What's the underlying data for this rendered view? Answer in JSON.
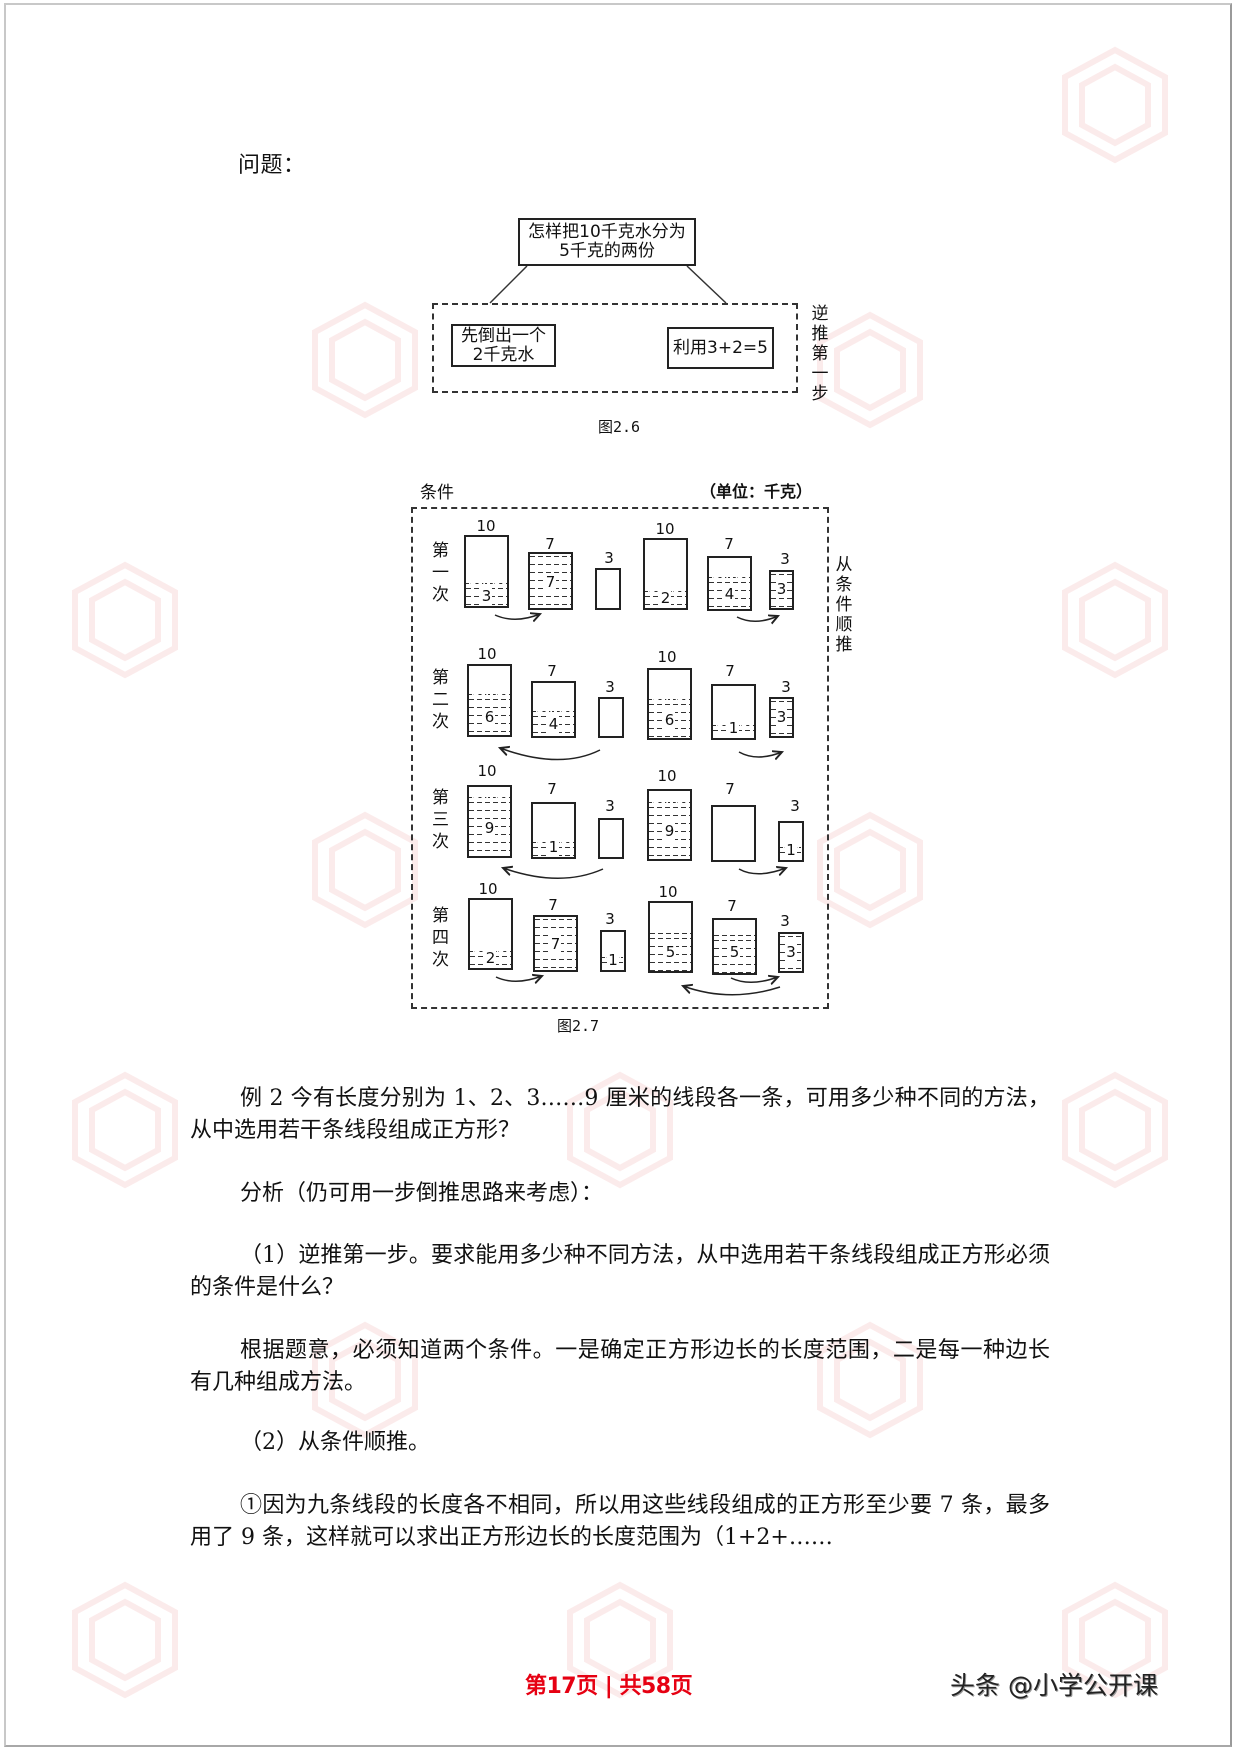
{
  "page": {
    "heading_label": "问题：",
    "figure_2_6": {
      "top_box": "怎样把10千克水分为5千克的两份",
      "top_box_lines": [
        "怎样把10千克水分为",
        "5千克的两份"
      ],
      "left_box_lines": [
        "先倒出一个",
        "2千克水"
      ],
      "right_box": "利用3+2=5",
      "side_label": "逆推第一步",
      "caption": "图2.6"
    },
    "figure_2_7": {
      "title_left": "条件",
      "title_right": "（单位：千克）",
      "side_label": "从条件顺推",
      "caption": "图2.7",
      "capacities": [
        "10",
        "7",
        "3"
      ],
      "rows": [
        {
          "label": "第一次",
          "before": [
            "3",
            "7",
            ""
          ],
          "after": [
            "2",
            "4",
            "3"
          ]
        },
        {
          "label": "第二次",
          "before": [
            "6",
            "4",
            ""
          ],
          "after": [
            "6",
            "1",
            "3"
          ]
        },
        {
          "label": "第三次",
          "before": [
            "9",
            "1",
            ""
          ],
          "after": [
            "9",
            "",
            "1"
          ]
        },
        {
          "label": "第四次",
          "before": [
            "2",
            "7",
            "1"
          ],
          "after": [
            "5",
            "5",
            "3"
          ]
        }
      ]
    },
    "paragraphs": [
      "例 2  今有长度分别为 1、2、3……9 厘米的线段各一条，可用多少种不同的方法，从中选用若干条线段组成正方形？",
      "分析（仍可用一步倒推思路来考虑）：",
      "（1）逆推第一步。要求能用多少种不同方法，从中选用若干条线段组成正方形必须的条件是什么？",
      "根据题意，必须知道两个条件。一是确定正方形边长的长度范围，二是每一种边长有几种组成方法。",
      "（2）从条件顺推。",
      "①因为九条线段的长度各不相同，所以用这些线段组成的正方形至少要 7 条，最多用了 9 条，这样就可以求出正方形边长的长度范围为（1+2+……"
    ],
    "footer": {
      "page_indicator": "第17页 | 共58页",
      "watermark_brand": "头条 @小学公开课"
    },
    "colors": {
      "page_indicator": "#e60012",
      "watermark": "#f6dcdc"
    }
  }
}
